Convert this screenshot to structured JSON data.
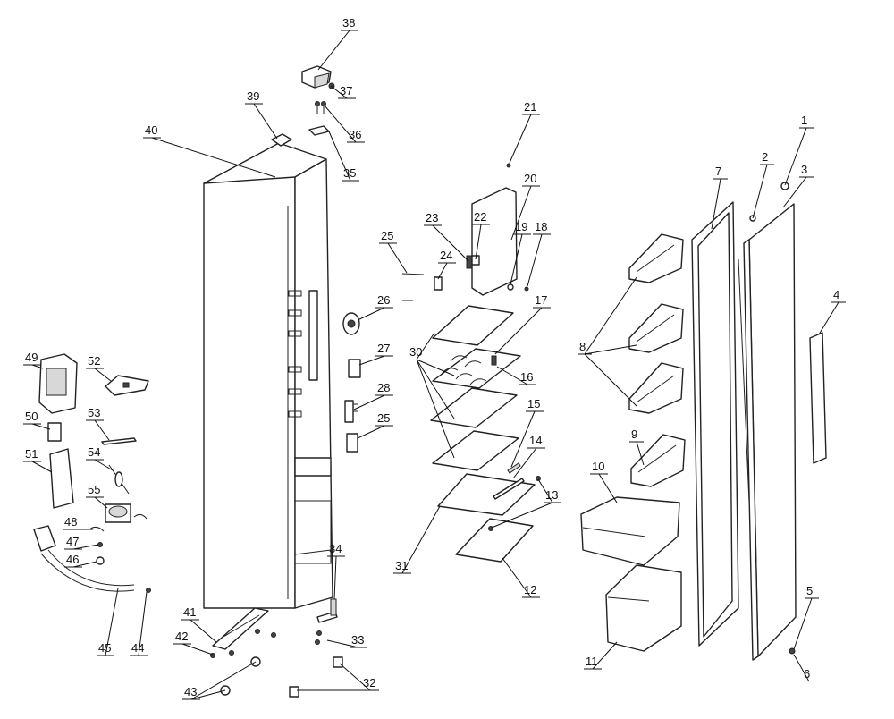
{
  "callouts": [
    {
      "id": "c1",
      "text": "1"
    },
    {
      "id": "c2",
      "text": "2"
    },
    {
      "id": "c3",
      "text": "3"
    },
    {
      "id": "c4",
      "text": "4"
    },
    {
      "id": "c5",
      "text": "5"
    },
    {
      "id": "c6",
      "text": "6"
    },
    {
      "id": "c7",
      "text": "7"
    },
    {
      "id": "c8",
      "text": "8"
    },
    {
      "id": "c9",
      "text": "9"
    },
    {
      "id": "c10",
      "text": "10"
    },
    {
      "id": "c11",
      "text": "11"
    },
    {
      "id": "c12",
      "text": "12"
    },
    {
      "id": "c13",
      "text": "13"
    },
    {
      "id": "c14",
      "text": "14"
    },
    {
      "id": "c15",
      "text": "15"
    },
    {
      "id": "c16",
      "text": "16"
    },
    {
      "id": "c17",
      "text": "17"
    },
    {
      "id": "c18",
      "text": "18"
    },
    {
      "id": "c19",
      "text": "19"
    },
    {
      "id": "c20",
      "text": "20"
    },
    {
      "id": "c21",
      "text": "21"
    },
    {
      "id": "c22",
      "text": "22"
    },
    {
      "id": "c23",
      "text": "23"
    },
    {
      "id": "c24",
      "text": "24"
    },
    {
      "id": "c25a",
      "text": "25"
    },
    {
      "id": "c26",
      "text": "26"
    },
    {
      "id": "c27",
      "text": "27"
    },
    {
      "id": "c28",
      "text": "28"
    },
    {
      "id": "c25b",
      "text": "25"
    },
    {
      "id": "c30",
      "text": "30"
    },
    {
      "id": "c31",
      "text": "31"
    },
    {
      "id": "c32",
      "text": "32"
    },
    {
      "id": "c33",
      "text": "33"
    },
    {
      "id": "c34",
      "text": "34"
    },
    {
      "id": "c35",
      "text": "35"
    },
    {
      "id": "c36",
      "text": "36"
    },
    {
      "id": "c37",
      "text": "37"
    },
    {
      "id": "c38",
      "text": "38"
    },
    {
      "id": "c39",
      "text": "39"
    },
    {
      "id": "c40",
      "text": "40"
    },
    {
      "id": "c41",
      "text": "41"
    },
    {
      "id": "c42",
      "text": "42"
    },
    {
      "id": "c43",
      "text": "43"
    },
    {
      "id": "c44",
      "text": "44"
    },
    {
      "id": "c45",
      "text": "45"
    },
    {
      "id": "c46",
      "text": "46"
    },
    {
      "id": "c47",
      "text": "47"
    },
    {
      "id": "c48",
      "text": "48"
    },
    {
      "id": "c49",
      "text": "49"
    },
    {
      "id": "c50",
      "text": "50"
    },
    {
      "id": "c51",
      "text": "51"
    },
    {
      "id": "c52",
      "text": "52"
    },
    {
      "id": "c53",
      "text": "53"
    },
    {
      "id": "c54",
      "text": "54"
    },
    {
      "id": "c55",
      "text": "55"
    }
  ]
}
